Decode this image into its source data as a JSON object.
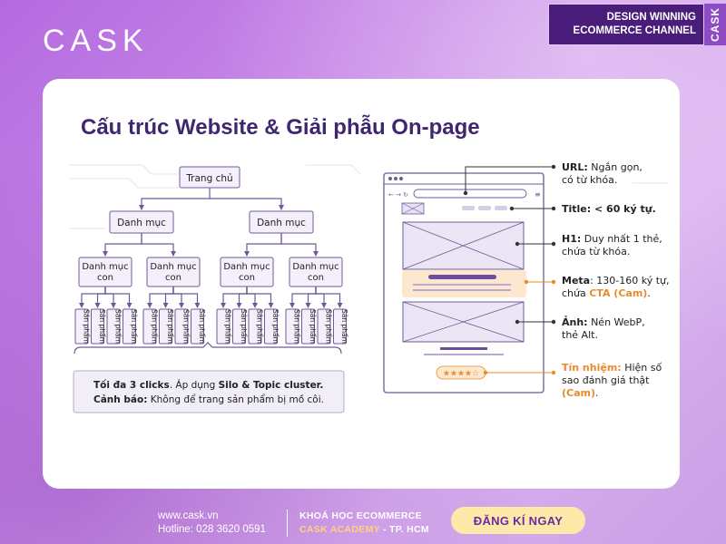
{
  "brand": {
    "logo": "CASK",
    "tagline_line1": "DESIGN WINNING",
    "tagline_line2": "ECOMMERCE CHANNEL",
    "side_label": "CASK"
  },
  "slide": {
    "title": "Cấu trúc Website & Giải phẫu On-page"
  },
  "tree": {
    "root": "Trang chủ",
    "categories": [
      "Danh mục",
      "Danh mục"
    ],
    "subcategory_line1": "Danh mục",
    "subcategory_line2": "con",
    "product_label": "Sản phẩm",
    "note_line1_bold": "Tối đa 3 clicks",
    "note_line1_text": ". Áp dụng ",
    "note_line1_bold2": "Silo & Topic cluster.",
    "note_line2_bold": "Cảnh báo:",
    "note_line2_text": " Không để trang sản phẩm bị mồ côi."
  },
  "onpage": {
    "url_bold": "URL:",
    "url_text": " Ngắn gọn,",
    "url_text2": "có từ khóa.",
    "title_text": "Title: < 60 ký tự.",
    "h1_bold": "H1:",
    "h1_text": " Duy nhất 1 thẻ,",
    "h1_text2": "chứa từ khóa.",
    "meta_bold": "Meta",
    "meta_text": ": 130-160 ký tự,",
    "meta_text2": "chứa ",
    "meta_cta": "CTA (Cam)",
    "meta_end": ".",
    "image_bold": "Ảnh:",
    "image_text": " Nén WebP,",
    "image_text2": "thẻ Alt.",
    "trust_bold": "Tín nhiệm:",
    "trust_text": " Hiện số",
    "trust_text2": "sao đánh giá thật",
    "trust_cam": "(Cam)",
    "trust_end": ".",
    "stars": "★★★★☆"
  },
  "colors": {
    "primary": "#3f2670",
    "accent": "#e98b2a",
    "node_fill": "#f4effa",
    "node_stroke": "#6e5b96"
  },
  "footer": {
    "website": "www.cask.vn",
    "hotline": "Hotline: 028 3620 0591",
    "course_line1": "KHOÁ HỌC ECOMMERCE",
    "course_brand": "CASK ACADEMY",
    "course_city": " - TP. HCM",
    "cta_label": "ĐĂNG KÍ NGAY"
  }
}
